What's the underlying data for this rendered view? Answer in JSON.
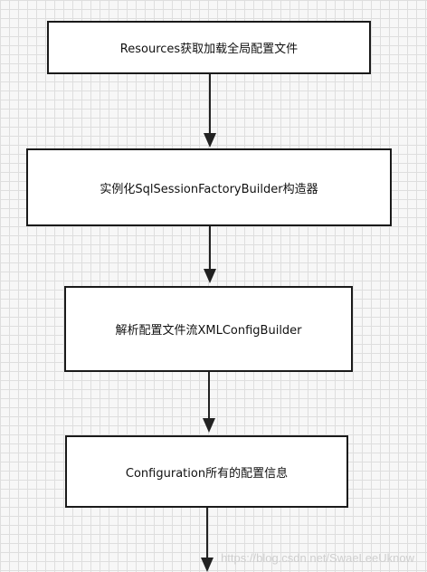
{
  "diagram": {
    "nodes": [
      {
        "id": "n1",
        "label": "Resources获取加载全局配置文件"
      },
      {
        "id": "n2",
        "label": "实例化SqlSessionFactoryBuilder构造器"
      },
      {
        "id": "n3",
        "label": "解析配置文件流XMLConfigBuilder"
      },
      {
        "id": "n4",
        "label": "Configuration所有的配置信息"
      }
    ],
    "edges": [
      {
        "from": "n1",
        "to": "n2"
      },
      {
        "from": "n2",
        "to": "n3"
      },
      {
        "from": "n3",
        "to": "n4"
      }
    ]
  },
  "watermark": "https://blog.csdn.net/SwaeLeeUknow"
}
